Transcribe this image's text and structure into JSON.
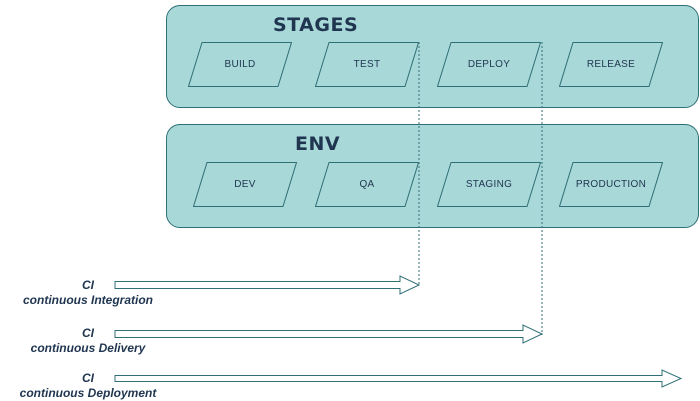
{
  "stages": {
    "title": "STAGES",
    "items": [
      "BUILD",
      "TEST",
      "DEPLOY",
      "RELEASE"
    ]
  },
  "env": {
    "title": "ENV",
    "items": [
      "DEV",
      "QA",
      "STAGING",
      "PRODUCTION"
    ]
  },
  "flows": [
    {
      "abbr": "CI",
      "name": "continuous Integration"
    },
    {
      "abbr": "CI",
      "name": "continuous Delivery"
    },
    {
      "abbr": "CI",
      "name": "continuous Deployment"
    }
  ],
  "colors": {
    "panel_fill": "#a9d8d8",
    "panel_border": "#2f6f76",
    "text": "#1f3550",
    "arrow_stroke": "#2f6f76"
  }
}
